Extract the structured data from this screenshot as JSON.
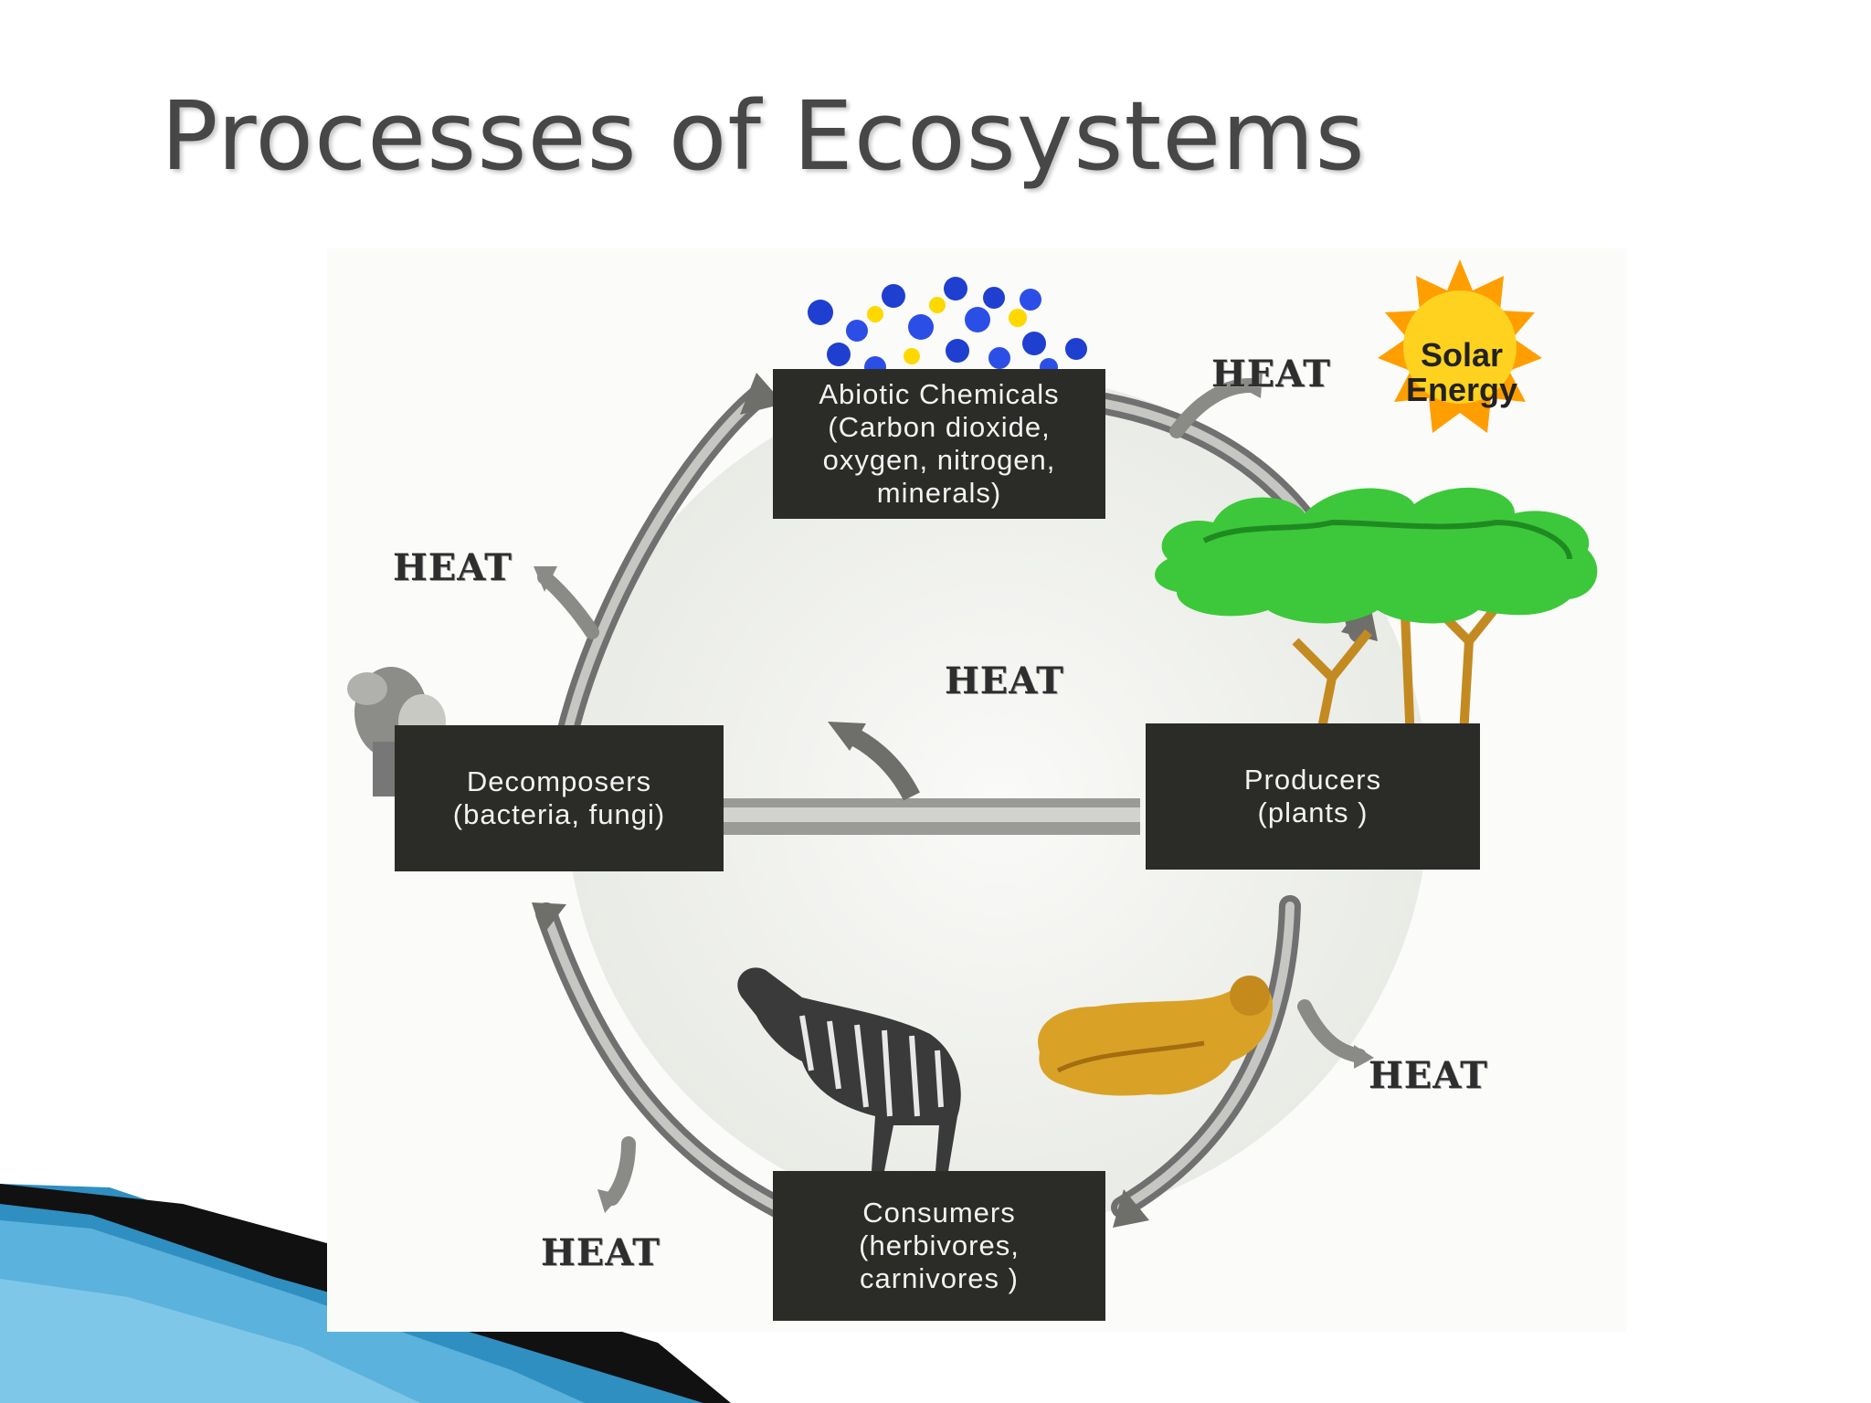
{
  "slide": {
    "title": "Processes of Ecosystems"
  },
  "diagram": {
    "boxes": {
      "abiotic": [
        "Abiotic Chemicals",
        "(Carbon dioxide,",
        "oxygen, nitrogen,",
        "minerals)"
      ],
      "producers": [
        "Producers",
        "(plants )"
      ],
      "consumers": [
        "Consumers",
        "(herbivores,",
        "carnivores )"
      ],
      "decomposers": [
        "Decomposers",
        "(bacteria, fungi)"
      ]
    },
    "heat_label": "HEAT",
    "sun_label": [
      "Solar",
      "Energy"
    ],
    "icons": [
      "molecules-icon",
      "sun-icon",
      "tree-icon",
      "lion-icon",
      "zebra-icon",
      "fungi-icon"
    ]
  },
  "colors": {
    "title": "#474747",
    "box_fill": "#2b2b28",
    "box_text": "#f2f2f2",
    "arrow": "#8c8c88",
    "tree_leaves": "#3cc83a",
    "sun": "#ffc21a",
    "lion": "#d9a227",
    "corner_blue": "#2f8fc0"
  }
}
